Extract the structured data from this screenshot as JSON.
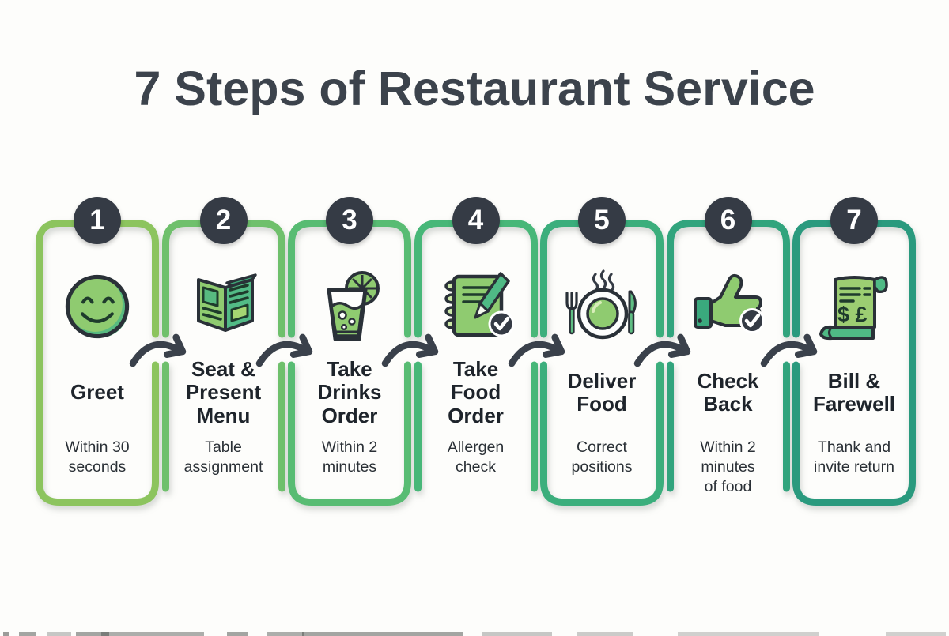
{
  "title": "7 Steps of Restaurant Service",
  "colors": {
    "background": "#FDFDFB",
    "badge": "#353B45",
    "badge_text": "#FFFFFF",
    "arrow": "#3A414B",
    "main_title_text": "#3C434C",
    "step_title_text": "#1E242B",
    "step_subtitle_text": "#2A3036",
    "icon_light_green": "#8FCB70",
    "icon_mid_green": "#57BA80",
    "icon_teal": "#3AA97D",
    "icon_outline": "#2A3138"
  },
  "steps": [
    {
      "number": "1",
      "icon": "smiley-face-icon",
      "title": "Greet",
      "subtitle": "Within 30\nseconds",
      "border_color": "#8CC45E",
      "frame": "closed-no-left-gap"
    },
    {
      "number": "2",
      "icon": "open-menu-icon",
      "title": "Seat &\nPresent\nMenu",
      "subtitle": "Table\nassignment",
      "border_color": "#6FC06C",
      "frame": "open-bottom"
    },
    {
      "number": "3",
      "icon": "drink-glass-icon",
      "title": "Take\nDrinks\nOrder",
      "subtitle": "Within 2\nminutes",
      "border_color": "#58BC73",
      "frame": "closed"
    },
    {
      "number": "4",
      "icon": "notepad-pencil-icon",
      "title": "Take\nFood\nOrder",
      "subtitle": "Allergen\ncheck",
      "border_color": "#47B778",
      "frame": "open-bottom"
    },
    {
      "number": "5",
      "icon": "plate-cutlery-icon",
      "title": "Deliver\nFood",
      "subtitle": "Correct\npositions",
      "border_color": "#3BAE7C",
      "frame": "closed"
    },
    {
      "number": "6",
      "icon": "thumbs-up-icon",
      "title": "Check\nBack",
      "subtitle": "Within 2\nminutes\nof food",
      "border_color": "#31A47D",
      "frame": "open-bottom"
    },
    {
      "number": "7",
      "icon": "bill-receipt-icon",
      "title": "Bill &\nFarewell",
      "subtitle": "Thank and\ninvite return",
      "border_color": "#2A9A7E",
      "frame": "closed-no-right-gap"
    }
  ]
}
